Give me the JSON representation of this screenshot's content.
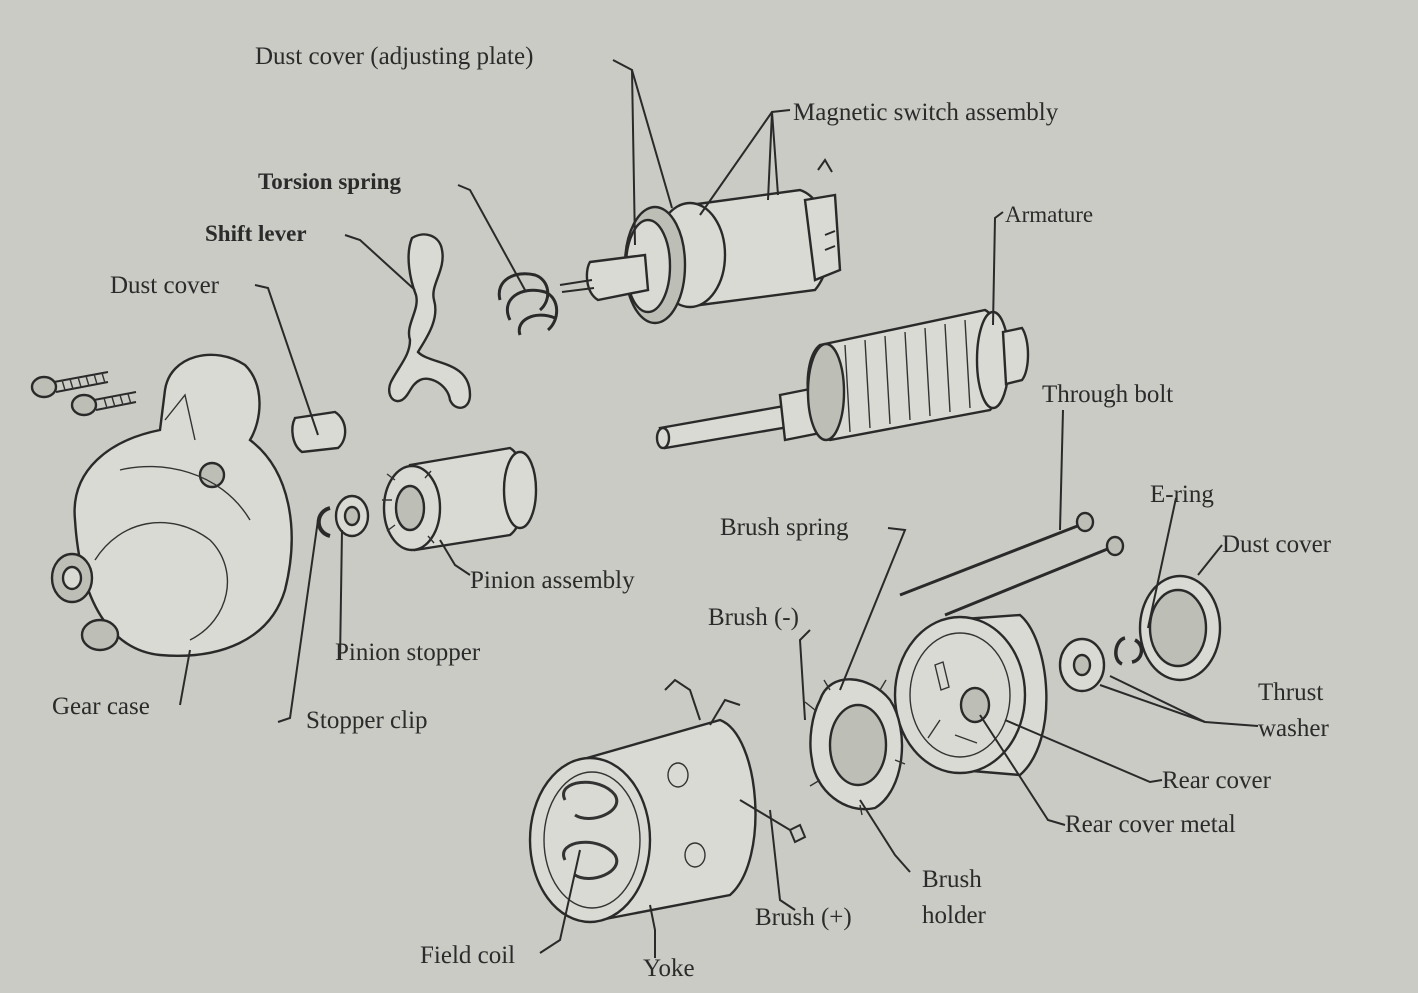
{
  "labels": {
    "dust_cover_adjusting_plate": "Dust cover (adjusting plate)",
    "magnetic_switch_assembly": "Magnetic switch assembly",
    "torsion_spring": "Torsion spring",
    "shift_lever": "Shift lever",
    "armature": "Armature",
    "dust_cover_front": "Dust cover",
    "through_bolt": "Through bolt",
    "e_ring": "E-ring",
    "dust_cover_rear": "Dust cover",
    "brush_spring": "Brush spring",
    "pinion_assembly": "Pinion assembly",
    "brush_minus": "Brush (-)",
    "pinion_stopper": "Pinion stopper",
    "thrust_washer_line1": "Thrust",
    "thrust_washer_line2": "washer",
    "gear_case": "Gear case",
    "stopper_clip": "Stopper clip",
    "rear_cover": "Rear cover",
    "rear_cover_metal": "Rear cover metal",
    "brush_holder_line1": "Brush",
    "brush_holder_line2": "holder",
    "brush_plus": "Brush (+)",
    "field_coil": "Field coil",
    "yoke": "Yoke"
  }
}
